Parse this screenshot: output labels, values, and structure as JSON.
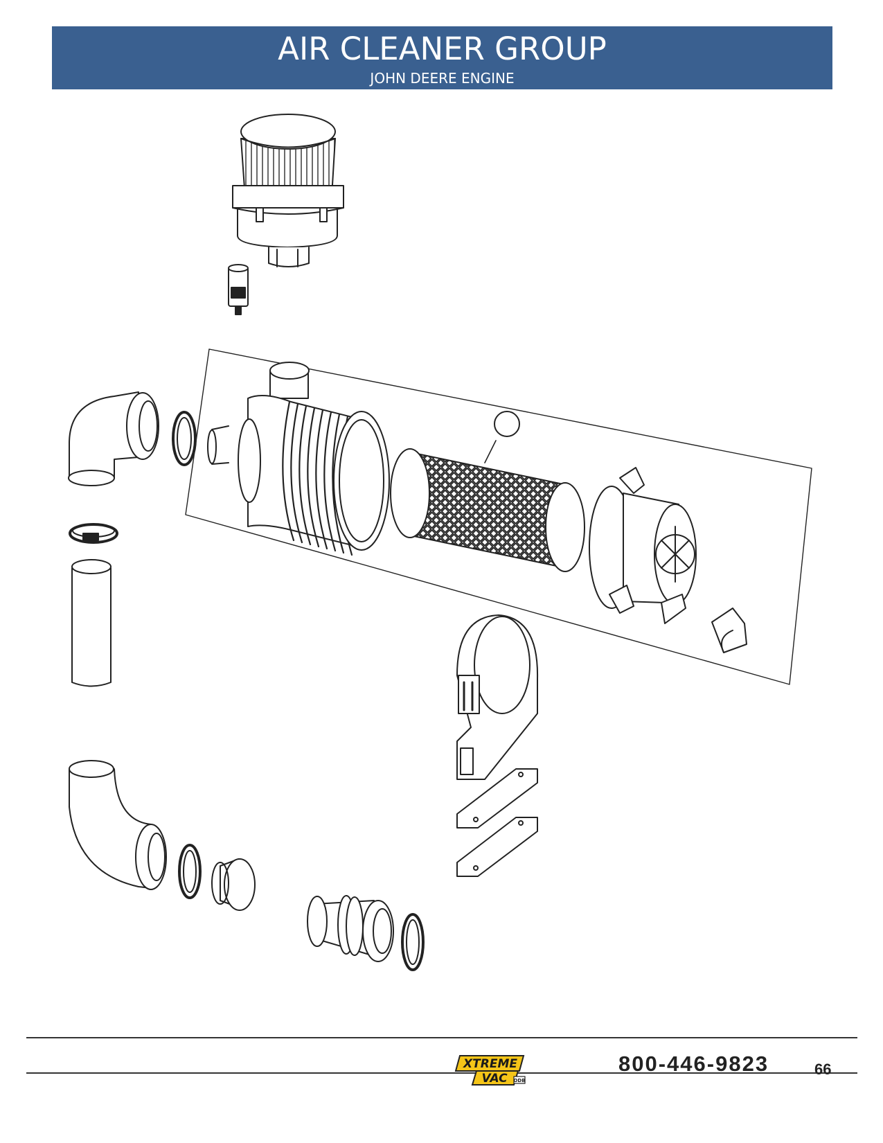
{
  "header": {
    "title": "AIR CLEANER GROUP",
    "subtitle": "JOHN DEERE ENGINE"
  },
  "footer": {
    "brand_line1": "XTREME",
    "brand_line2": "VAC",
    "brand_badge": "ODB",
    "phone": "800-446-9823",
    "page_number": "66"
  },
  "colors": {
    "banner": "#3a6090",
    "logo_yellow": "#f5c518",
    "ink": "#222222"
  }
}
